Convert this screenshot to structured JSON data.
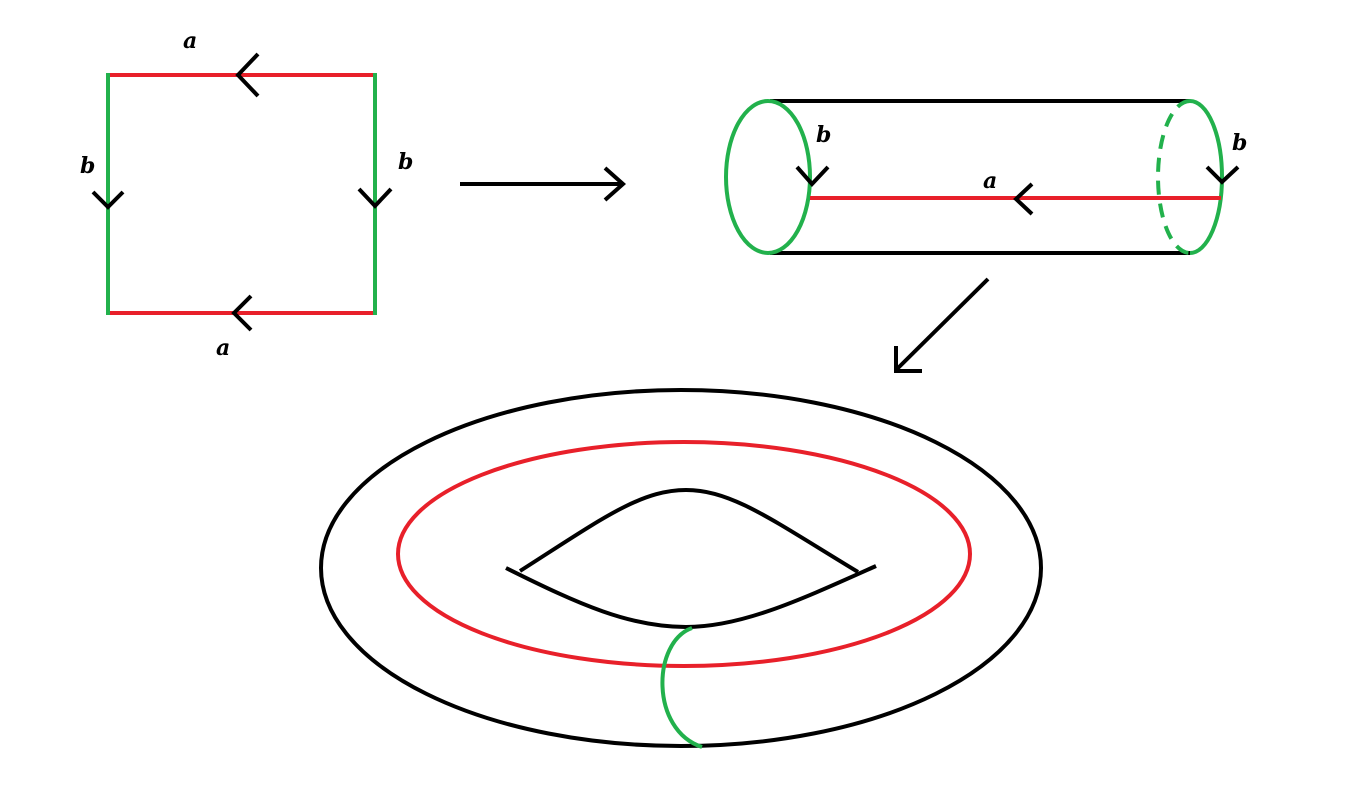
{
  "labels": {
    "square_top": "a",
    "square_bottom": "a",
    "square_left": "b",
    "square_right": "b",
    "cylinder_left": "b",
    "cylinder_right": "b",
    "cylinder_seam": "a"
  },
  "colors": {
    "edge_a": "#e8202a",
    "edge_b": "#22b14c",
    "outline": "#000000",
    "background": "#ffffff"
  }
}
